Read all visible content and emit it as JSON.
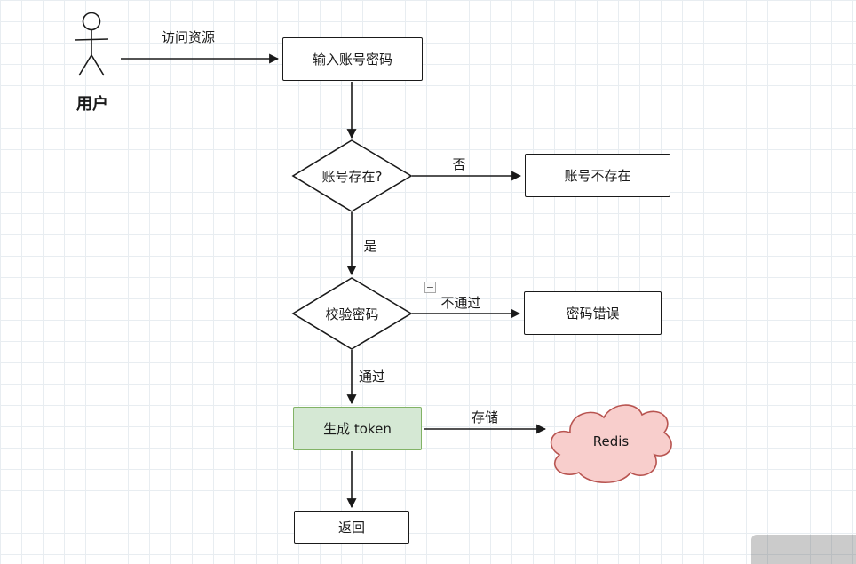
{
  "actor": {
    "label": "用户"
  },
  "nodes": {
    "input_credentials": {
      "label": "输入账号密码"
    },
    "account_exists": {
      "label": "账号存在?"
    },
    "account_not_exist": {
      "label": "账号不存在"
    },
    "verify_password": {
      "label": "校验密码"
    },
    "password_error": {
      "label": "密码错误"
    },
    "generate_token": {
      "label": "生成 token"
    },
    "redis": {
      "label": "Redis"
    },
    "return_node": {
      "label": "返回"
    }
  },
  "edges": {
    "access_resource": {
      "label": "访问资源"
    },
    "no": {
      "label": "否"
    },
    "yes": {
      "label": "是"
    },
    "not_pass": {
      "label": "不通过"
    },
    "pass": {
      "label": "通过"
    },
    "store": {
      "label": "存储"
    }
  },
  "icons": {
    "collapse_glyph": "−"
  },
  "colors": {
    "stroke": "#1a1a1a",
    "node_fill": "#ffffff",
    "token_fill": "#d5e8d4",
    "token_border": "#82b366",
    "cloud_fill": "#f8cecc",
    "cloud_border": "#b85450",
    "grid": "#e8edf1"
  }
}
